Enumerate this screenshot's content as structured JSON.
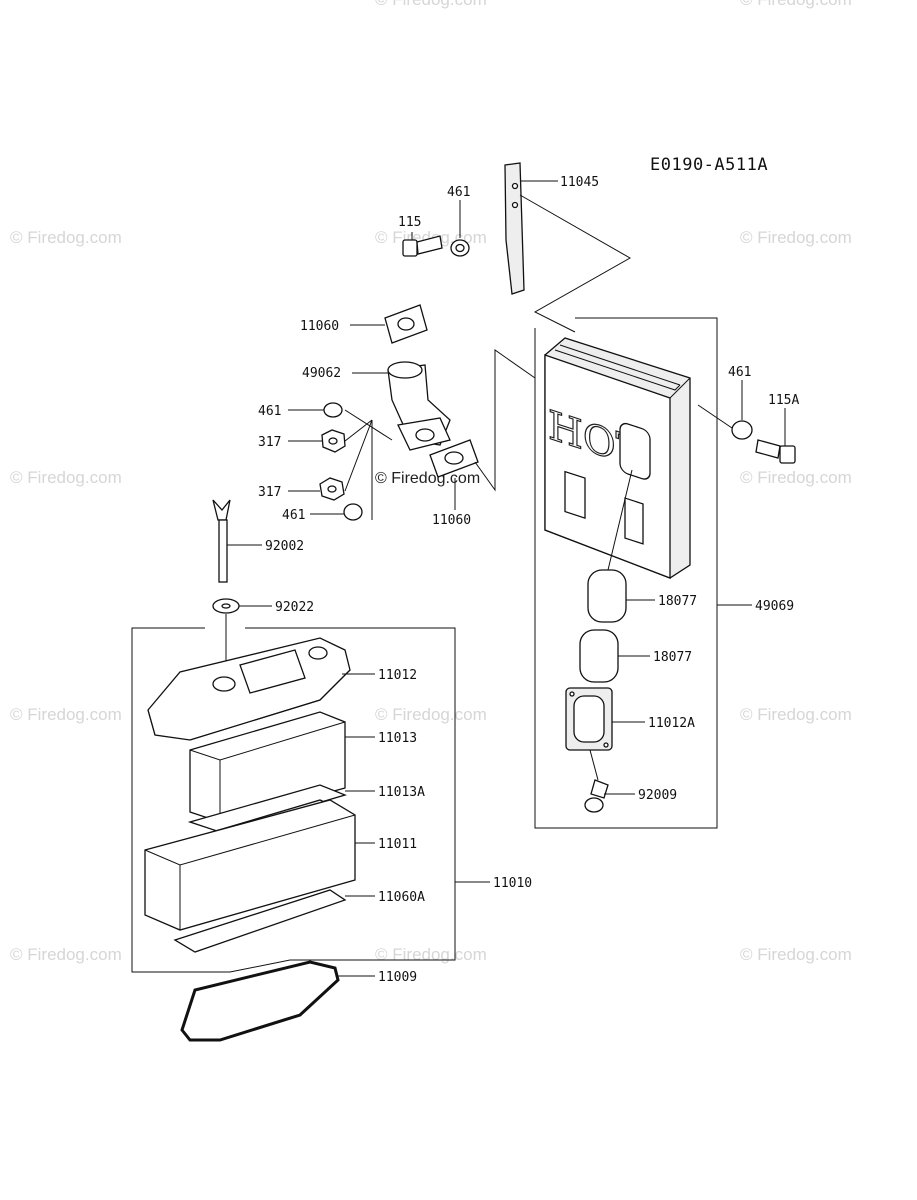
{
  "diagram_code": "E0190-A511A",
  "watermark": "© Firedog.com",
  "hot_label": "HOT",
  "parts": {
    "p11045": "11045",
    "p461a": "461",
    "p115": "115",
    "p11060a": "11060",
    "p49062": "49062",
    "p461b": "461",
    "p317a": "317",
    "p317b": "317",
    "p461c": "461",
    "p11060b": "11060",
    "p92002": "92002",
    "p92022": "92022",
    "p461d": "461",
    "p115A": "115A",
    "p18077a": "18077",
    "p49069": "49069",
    "p18077b": "18077",
    "p11012A": "11012A",
    "p92009": "92009",
    "p11012": "11012",
    "p11013": "11013",
    "p11013A": "11013A",
    "p11011": "11011",
    "p11060A": "11060A",
    "p11010": "11010",
    "p11009": "11009"
  }
}
